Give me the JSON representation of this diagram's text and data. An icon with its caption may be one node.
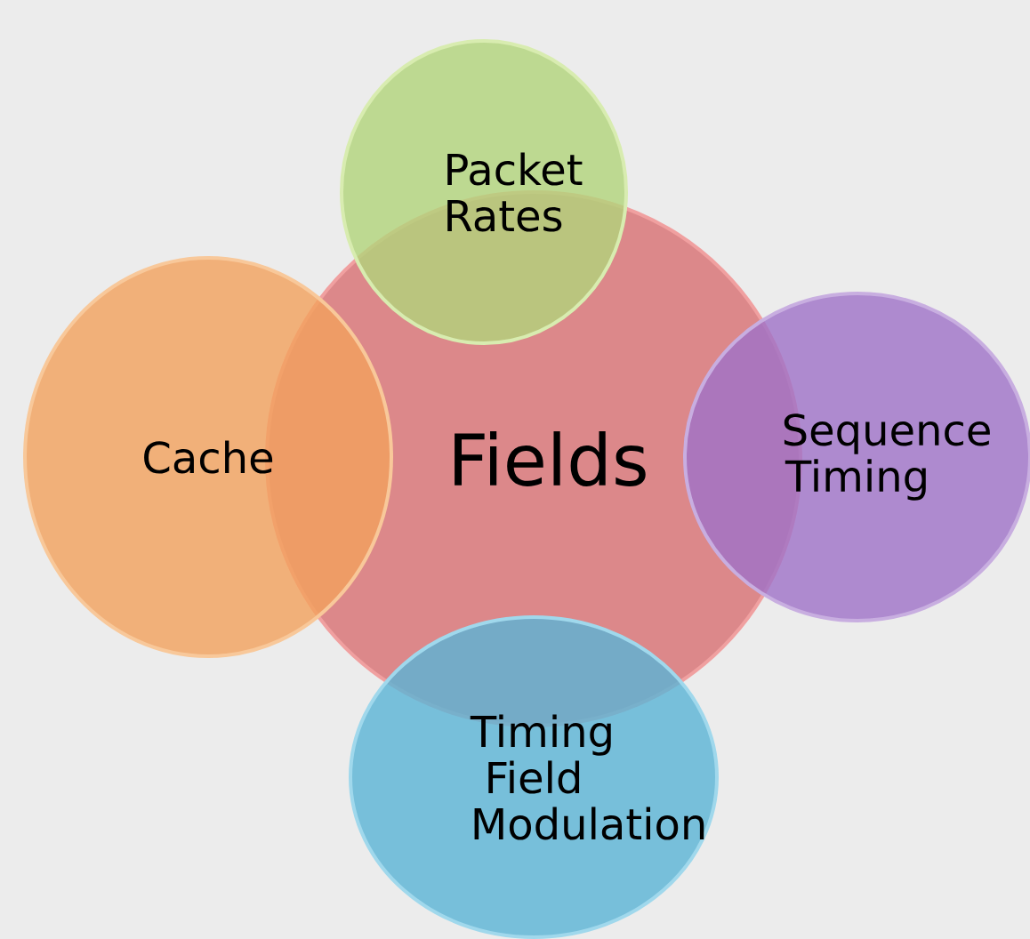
{
  "diagram": {
    "nodes": [
      {
        "text": [
          "Fields"
        ]
      },
      {
        "text": [
          "Packet Rates"
        ]
      },
      {
        "text": [
          "Cache"
        ]
      },
      {
        "text": [
          "Sequence Timing"
        ]
      },
      {
        "text": [
          "Timing Field Modulation"
        ]
      }
    ]
  }
}
